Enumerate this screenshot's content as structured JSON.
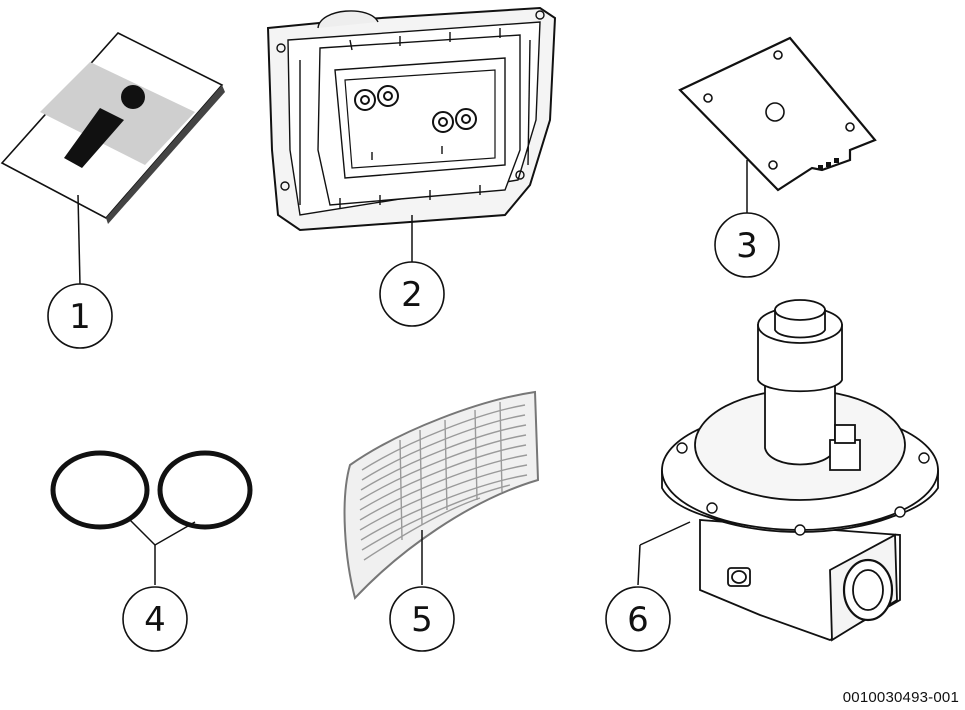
{
  "figure": {
    "document_id": "0010030493-001",
    "callouts": [
      {
        "number": "1",
        "part": "info-document-icon"
      },
      {
        "number": "2",
        "part": "mounting-frame"
      },
      {
        "number": "3",
        "part": "gasket-plate"
      },
      {
        "number": "4",
        "part": "o-rings"
      },
      {
        "number": "5",
        "part": "label-sheet"
      },
      {
        "number": "6",
        "part": "gas-pressure-regulator"
      }
    ]
  },
  "colors": {
    "line": "#111111",
    "light_gray": "#d0d0d0",
    "mid_gray": "#9a9a9a",
    "fill_gray": "#e6e6e6"
  }
}
